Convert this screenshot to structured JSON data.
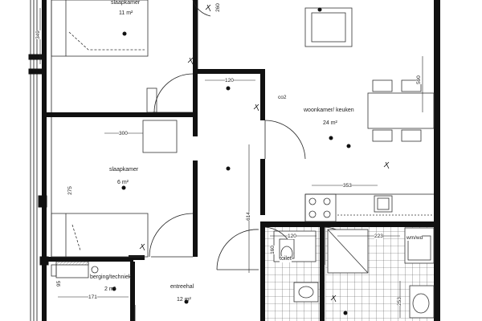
{
  "rooms": {
    "bedroom_top": {
      "name": "slaapkamer",
      "area": "11 m²"
    },
    "bedroom_mid": {
      "name": "slaapkamer",
      "area": "6 m²"
    },
    "living": {
      "name": "woonkamer/ keuken",
      "area": "24 m²"
    },
    "storage": {
      "name": "berging/techniek",
      "area": "2 m²"
    },
    "hall": {
      "name": "entreehal",
      "area": "12 m²"
    },
    "toilet": {
      "name": "toilet"
    }
  },
  "dimensions": {
    "bedroom_top_depth": "349",
    "bedroom_top_width": "260",
    "hall_corridor_width": "120",
    "living_depth": "590",
    "bedroom_mid_width": "300",
    "bedroom_mid_depth": "275",
    "kitchen_width": "353",
    "hall_depth": "614",
    "toilet_width": "120",
    "toilet_depth": "160",
    "bath_width": "223",
    "bath_depth": "253",
    "storage_depth": "95",
    "storage_width": "171"
  },
  "labels": {
    "co2": "co2",
    "wm_wd": "wm/wd"
  },
  "colors": {
    "wall": "#111111",
    "fixture": "#333333",
    "tile": "#555555"
  }
}
